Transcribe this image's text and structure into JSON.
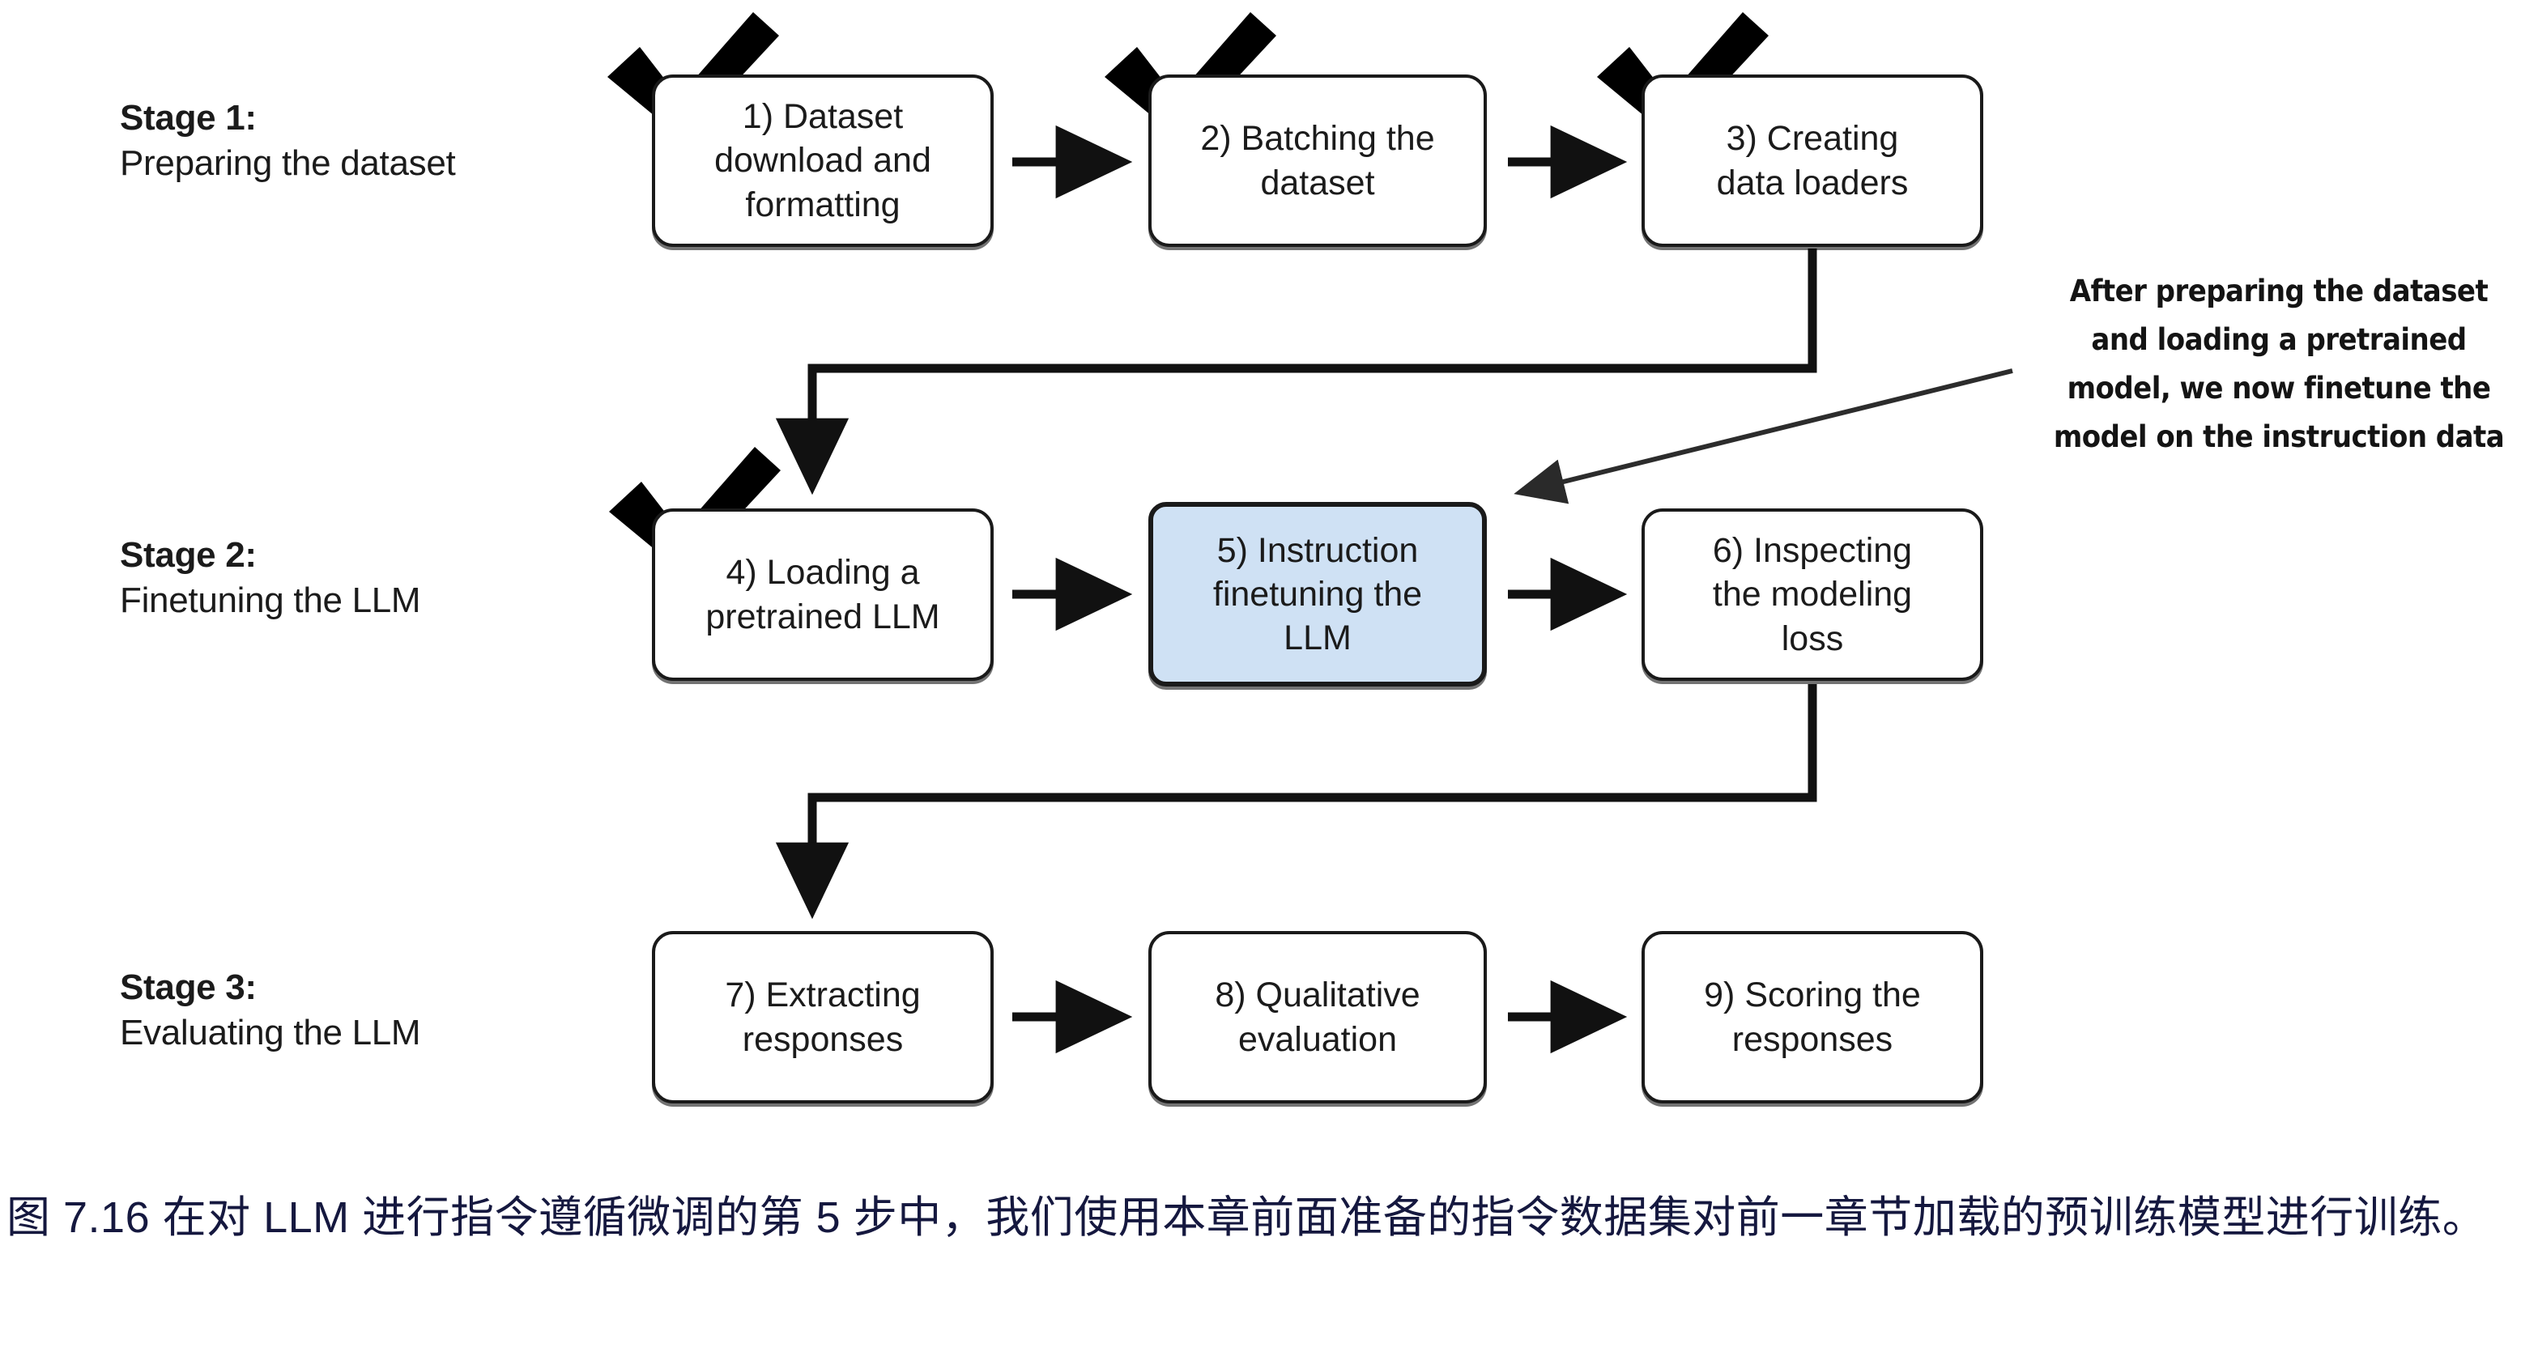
{
  "figure": {
    "stages": [
      {
        "id": "stage-1",
        "title": "Stage 1:",
        "subtitle": "Preparing the dataset"
      },
      {
        "id": "stage-2",
        "title": "Stage 2:",
        "subtitle": "Finetuning the LLM"
      },
      {
        "id": "stage-3",
        "title": "Stage 3:",
        "subtitle": "Evaluating the LLM"
      }
    ],
    "steps": [
      {
        "id": "box-1",
        "label": "1) Dataset\ndownload and\nformatting",
        "checked": true,
        "highlighted": false
      },
      {
        "id": "box-2",
        "label": "2) Batching the\ndataset",
        "checked": true,
        "highlighted": false
      },
      {
        "id": "box-3",
        "label": "3) Creating\ndata loaders",
        "checked": true,
        "highlighted": false
      },
      {
        "id": "box-4",
        "label": "4) Loading a\npretrained LLM",
        "checked": true,
        "highlighted": false
      },
      {
        "id": "box-5",
        "label": "5) Instruction\nfinetuning the\nLLM",
        "checked": false,
        "highlighted": true
      },
      {
        "id": "box-6",
        "label": "6) Inspecting\nthe modeling\nloss",
        "checked": false,
        "highlighted": false
      },
      {
        "id": "box-7",
        "label": "7) Extracting\nresponses",
        "checked": false,
        "highlighted": false
      },
      {
        "id": "box-8",
        "label": "8) Qualitative\nevaluation",
        "checked": false,
        "highlighted": false
      },
      {
        "id": "box-9",
        "label": "9) Scoring the\nresponses",
        "checked": false,
        "highlighted": false
      }
    ],
    "annotation": {
      "text": "After preparing the dataset and loading a pretrained model, we now finetune the model on the instruction data",
      "points_to": "box-5"
    },
    "caption": "图 7.16 在对 LLM 进行指令遵循微调的第 5 步中，我们使用本章前面准备的指令数据集对前一章节加载的预训练模型进行训练。",
    "colors": {
      "highlight_fill": "#cfe1f4",
      "box_border": "#1a1a1a",
      "text": "#1b1b1b",
      "caption_text": "#15183f",
      "background": "#ffffff",
      "checkmark": "#000000"
    },
    "icons": {
      "checkmark": "check-mark-icon",
      "arrow": "arrow-right-icon"
    }
  }
}
